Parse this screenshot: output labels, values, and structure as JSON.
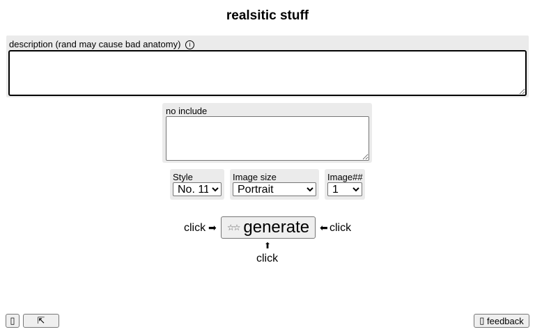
{
  "header": {
    "title": "realsitic stuff"
  },
  "description": {
    "label": "description (rand may cause bad anatomy)",
    "info_icon": "ⓘ",
    "value": ""
  },
  "negative": {
    "label": "no include",
    "value": ""
  },
  "options": {
    "style": {
      "label": "Style",
      "selected": "No. 11"
    },
    "image_size": {
      "label": "Image size",
      "selected": "Portrait"
    },
    "image_count": {
      "label": "Image##",
      "selected": "1"
    }
  },
  "generate": {
    "label": "generate",
    "icon": "stars-icon",
    "left_hint": "click",
    "right_hint": "click",
    "bottom_hint": "click",
    "left_arrow": "➡",
    "right_arrow": "⬅",
    "bottom_arrow": "⬆"
  },
  "footer": {
    "left_button_glyph": "▯",
    "up_left_button_glyph": "⇱",
    "feedback_glyph": "▯",
    "feedback_label": "feedback"
  }
}
